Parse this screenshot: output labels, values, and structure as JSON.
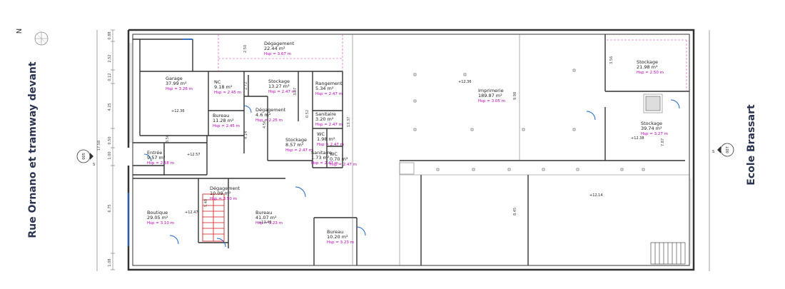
{
  "streets": {
    "left": "Rue Ornano et tramway devant",
    "right": "Ecole Brassart"
  },
  "north_label": "N",
  "axis_markers": [
    {
      "id": "left",
      "num": "005",
      "sub": "S"
    },
    {
      "id": "right",
      "num": "007",
      "sub": "S"
    }
  ],
  "rooms": [
    {
      "id": "degagement-top",
      "name": "Dégagement",
      "area": "22.44 m²",
      "hsp": "Hsp = 3.67 m"
    },
    {
      "id": "garage",
      "name": "Garage",
      "area": "37.99 m²",
      "hsp": "Hsp = 3.26 m"
    },
    {
      "id": "nc",
      "name": "NC",
      "area": "9.18 m²",
      "hsp": "Hsp = 2.45 m"
    },
    {
      "id": "stockage-1",
      "name": "Stockage",
      "area": "13.27 m²",
      "hsp": "Hsp = 2.47 m"
    },
    {
      "id": "rangement",
      "name": "Rangement",
      "area": "5.34 m²",
      "hsp": "Hsp = 2.47 m"
    },
    {
      "id": "imprimerie",
      "name": "Imprimerie",
      "area": "189.87 m²",
      "hsp": "Hsp = 3.05 m"
    },
    {
      "id": "stockage-tr",
      "name": "Stockage",
      "area": "21.98 m²",
      "hsp": "Hsp = 2.50 m"
    },
    {
      "id": "bureau-1",
      "name": "Bureau",
      "area": "11.28 m²",
      "hsp": "Hsp = 2.45 m"
    },
    {
      "id": "degagement-small",
      "name": "Dégagement",
      "area": "4.6 m²",
      "hsp": "Hsp = 2.25 m"
    },
    {
      "id": "sanitaire-1",
      "name": "Sanitaire",
      "area": "3.20 m²",
      "hsp": "Hsp = 2.47 m"
    },
    {
      "id": "wc-1",
      "name": "WC",
      "area": "1.98 m²",
      "hsp": "Hsp = 2.47 m"
    },
    {
      "id": "stockage-2",
      "name": "Stockage",
      "area": "8.57 m²",
      "hsp": "Hsp = 2.47 m"
    },
    {
      "id": "sanitaire-2",
      "name": "Sanitaire",
      "area": "1.73 m²",
      "hsp": "Hsp = 2.47 m"
    },
    {
      "id": "wc-2",
      "name": "WC",
      "area": "0.70 m²",
      "hsp": "Hsp = 2.47 m"
    },
    {
      "id": "stockage-right",
      "name": "Stockage",
      "area": "39.74 m²",
      "hsp": "Hsp = 3.27 m"
    },
    {
      "id": "entree",
      "name": "Entrée",
      "area": "9.57 m²",
      "hsp": "Hsp = 2.58 m"
    },
    {
      "id": "degagement-stair",
      "name": "Dégagement",
      "area": "10.09 m²",
      "hsp": "Hsp = 3.50 m"
    },
    {
      "id": "boutique",
      "name": "Boutique",
      "area": "29.05 m²",
      "hsp": "Hsp = 3.10 m"
    },
    {
      "id": "bureau-2",
      "name": "Bureau",
      "area": "41.07 m²",
      "hsp": "Hsp = 3.23 m"
    },
    {
      "id": "bureau-3",
      "name": "Bureau",
      "area": "10.20 m²",
      "hsp": "Hsp = 3.23 m"
    }
  ],
  "levels": [
    "+12.36",
    "+12.36",
    "+12.57",
    "+12.47",
    "+12.40",
    "+12.14",
    "+12.38"
  ],
  "dimensions": {
    "left_column": [
      "0.88",
      "2.52",
      "0.12",
      "4.25",
      "0.50",
      "1.00",
      "6.75",
      "1.08"
    ],
    "left_total": "17.58",
    "interior": [
      "2.50",
      "3.56",
      "2.72",
      "3.07",
      "4.56",
      "4.14",
      "0.52",
      "13.37",
      "9.98",
      "8.45",
      "7.87",
      "3.56",
      "5.48"
    ]
  },
  "colors": {
    "wall": "#333333",
    "room_label": "#222222",
    "hsp": "#c000c0",
    "door": "#1e66d0",
    "stair": "#cc1111",
    "street_text": "#2a3450"
  }
}
